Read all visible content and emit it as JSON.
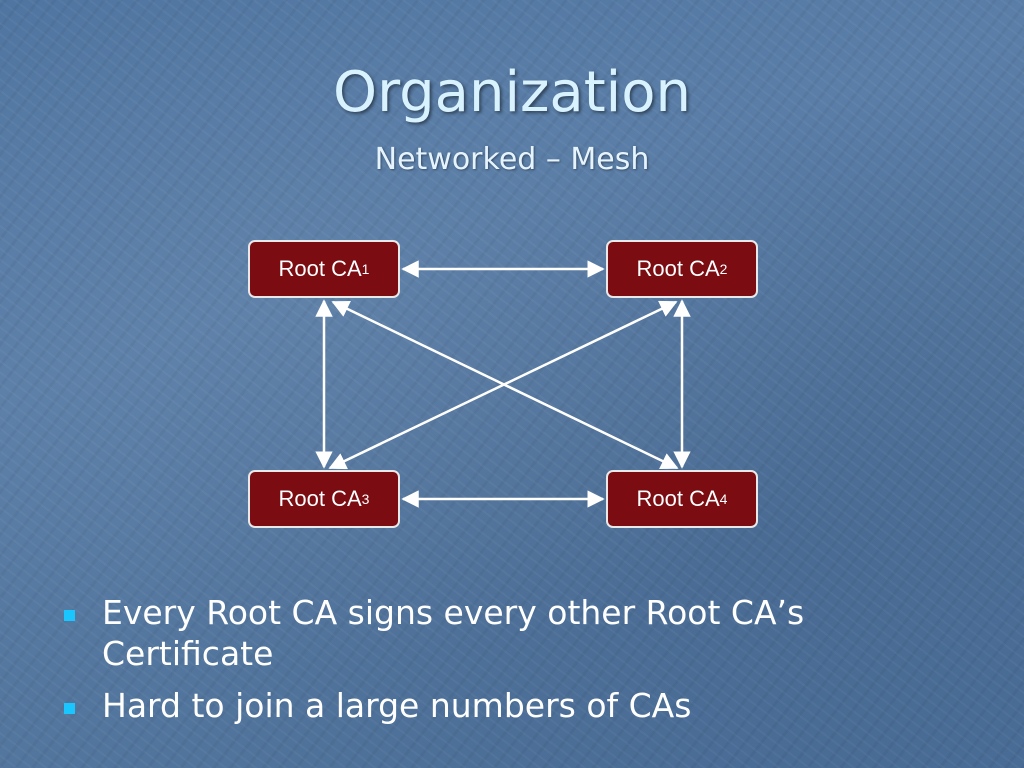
{
  "slide": {
    "title": "Organization",
    "subtitle": "Networked – Mesh"
  },
  "diagram": {
    "nodes": [
      {
        "label": "Root CA",
        "sub": "1"
      },
      {
        "label": "Root CA",
        "sub": "2"
      },
      {
        "label": "Root CA",
        "sub": "3"
      },
      {
        "label": "Root CA",
        "sub": "4"
      }
    ],
    "colors": {
      "node_fill": "#7a0c12",
      "node_border": "#e9e9e9",
      "arrow": "#ffffff"
    }
  },
  "bullets": [
    {
      "text": "Every Root CA signs every other Root CA’s Certificate",
      "icon": "square-bullet-icon"
    },
    {
      "text": "Hard to join a large numbers of CAs",
      "icon": "square-bullet-icon"
    }
  ],
  "colors": {
    "title": "#d9f2ff",
    "bullet": "#19c6ff"
  }
}
